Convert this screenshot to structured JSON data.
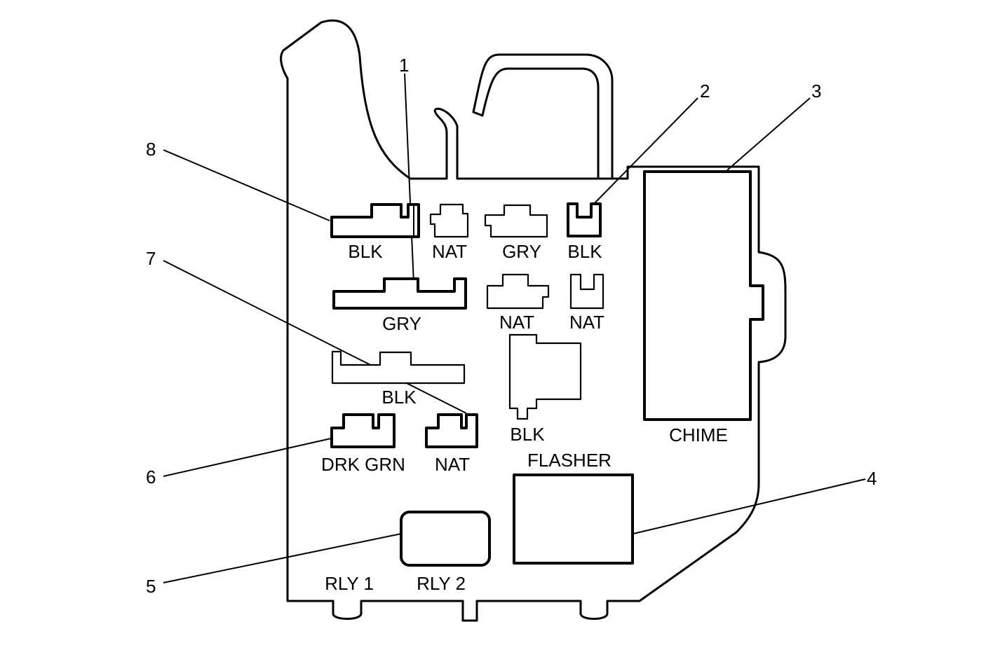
{
  "callouts": [
    "1",
    "2",
    "3",
    "4",
    "5",
    "6",
    "7",
    "8"
  ],
  "labels": {
    "row1": [
      "BLK",
      "NAT",
      "GRY",
      "BLK"
    ],
    "row2": [
      "GRY",
      "NAT",
      "NAT"
    ],
    "row3_blk": "BLK",
    "row3_blk_right": "BLK",
    "row4": [
      "DRK GRN",
      "NAT"
    ],
    "chime": "CHIME",
    "flasher": "FLASHER",
    "rly1": "RLY 1",
    "rly2": "RLY 2"
  }
}
